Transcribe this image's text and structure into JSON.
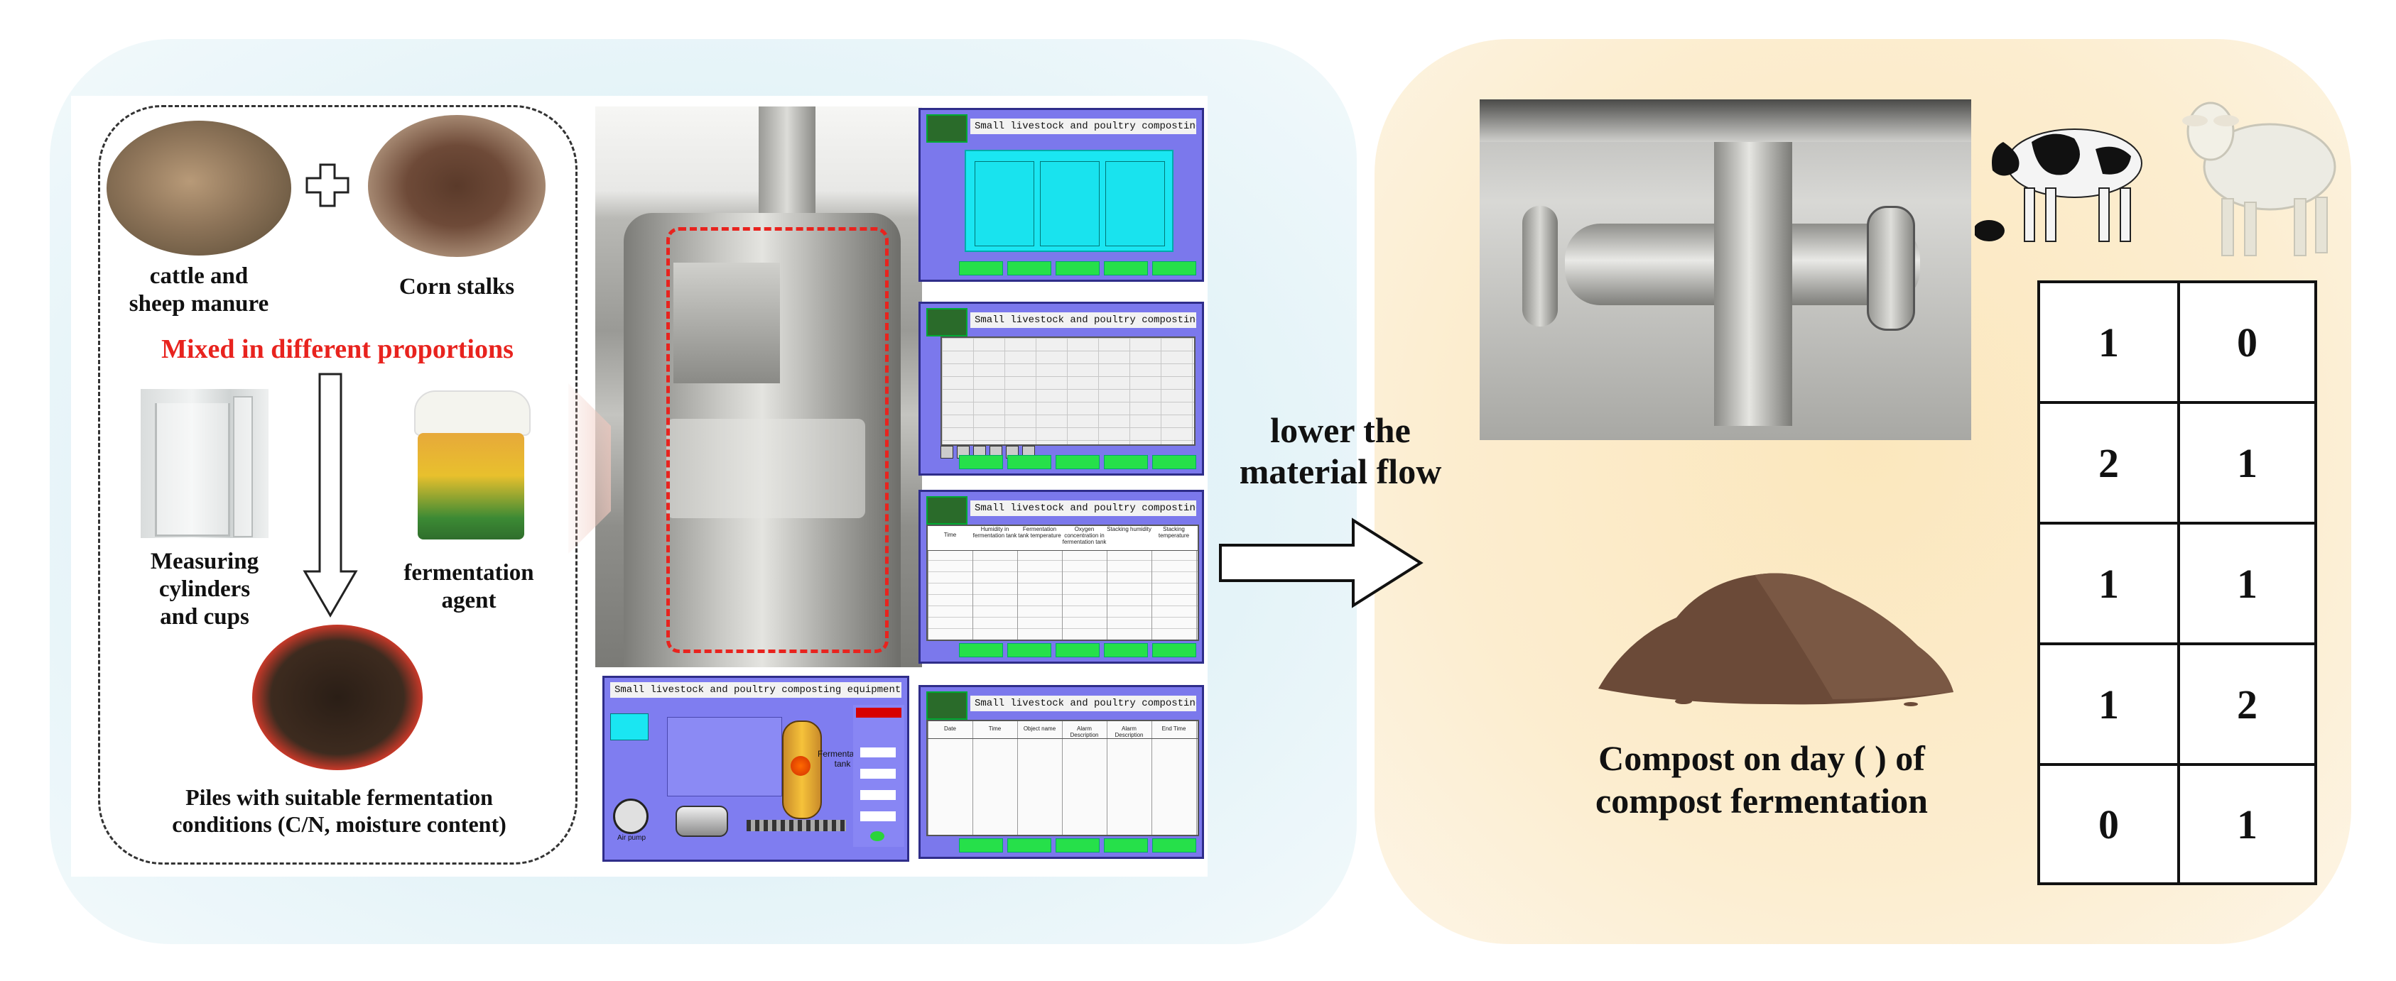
{
  "left_panel": {
    "labels": {
      "manure": "cattle and\nsheep manure",
      "corn": "Corn stalks",
      "mixed": "Mixed in different proportions",
      "cylinders": "Measuring\ncylinders\nand cups",
      "agent": "fermentation\nagent",
      "piles": "Piles with suitable fermentation\nconditions (C/N, moisture content)"
    },
    "plus_symbol": "+",
    "mixed_color": "#e8231e"
  },
  "screens": {
    "s1": "Small livestock and poultry composting equipment - parameter settings",
    "s2": "Small livestock and poultry composting equipment - trend curves",
    "s3": "Small livestock and poultry composting equipment - historical report",
    "s4": "Small livestock and poultry composting equipment - monitoring screen",
    "s5": "Small livestock and poultry composting equipment - alarm query",
    "s3_headers": [
      "Time",
      "Humidity in fermentation tank",
      "Fermentation tank temperature",
      "Oxygen concentration in fermentation tank",
      "Stacking humidity",
      "Stacking temperature"
    ],
    "s5_headers": [
      "Date",
      "Time",
      "Object name",
      "Alarm Description",
      "Alarm Description",
      "End Time"
    ],
    "s4_labels": {
      "tank": "Fermentation tank",
      "fan": "Air pump"
    }
  },
  "center": {
    "arrow_label": "lower the\nmaterial flow"
  },
  "right_panel": {
    "compost_label": "Compost on day ( ) of\ncompost fermentation",
    "ratio_table": [
      [
        "1",
        "0"
      ],
      [
        "2",
        "1"
      ],
      [
        "1",
        "1"
      ],
      [
        "1",
        "2"
      ],
      [
        "0",
        "1"
      ]
    ]
  }
}
